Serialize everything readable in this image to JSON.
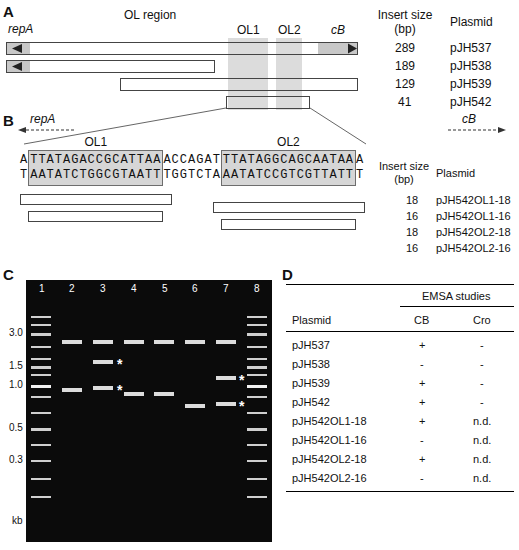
{
  "diagram": {
    "nodes": [
      {
        "text": [
          "OL1",
          "TTATAGACCGCATTAA",
          "AATATCTGGCGTAATT"
        ]
      },
      {
        "text": [
          "OL2",
          "TTATAGGCAGCAATAA",
          "AATATCCGTCGTTATT"
        ]
      }
    ],
    "labels": [
      "A",
      "repA",
      "OL region",
      "OL1",
      "OL2",
      "cB",
      "Insert size (bp)",
      "Plasmid",
      "289",
      "pJH537",
      "189",
      "pJH538",
      "129",
      "pJH539",
      "41",
      "pJH542",
      "B",
      "repA",
      "cB",
      "A",
      "T",
      "ACCAGAT",
      "TGGTCTA",
      "A",
      "T",
      "Insert size (bp)",
      "Plasmid",
      "18",
      "pJH542OL1-18",
      "16",
      "pJH542OL1-16",
      "18",
      "pJH542OL2-18",
      "16",
      "pJH542OL2-16",
      "C",
      "1",
      "2",
      "3",
      "4",
      "5",
      "6",
      "7",
      "8",
      "3.0",
      "1.5",
      "1.0",
      "0.5",
      "0.3",
      "kb",
      "*",
      "*",
      "*",
      "*",
      "D",
      "Plasmid",
      "EMSA studies",
      "CB",
      "Cro",
      "pJH537",
      "+",
      "-",
      "pJH538",
      "-",
      "-",
      "pJH539",
      "+",
      "-",
      "pJH542",
      "+",
      "-",
      "pJH542OL1-18",
      "+",
      "n.d.",
      "pJH542OL1-16",
      "-",
      "n.d.",
      "pJH542OL2-18",
      "+",
      "n.d.",
      "pJH542OL2-16",
      "-",
      "n.d."
    ]
  }
}
